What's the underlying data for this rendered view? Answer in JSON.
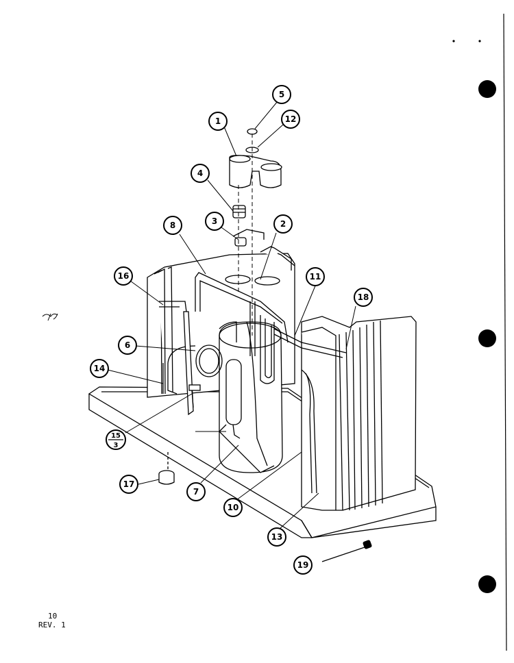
{
  "callouts": {
    "c1": "1",
    "c2": "2",
    "c3": "3",
    "c4": "4",
    "c5": "5",
    "c6": "6",
    "c7": "7",
    "c8": "8",
    "c10": "10",
    "c11": "11",
    "c12": "12",
    "c13": "13",
    "c14": "14",
    "c16": "16",
    "c17": "17",
    "c18": "18",
    "c19": "19",
    "c15_top": "15",
    "c15_bottom": "3"
  },
  "footer": {
    "page_number": "10",
    "revision": "REV. 1"
  }
}
